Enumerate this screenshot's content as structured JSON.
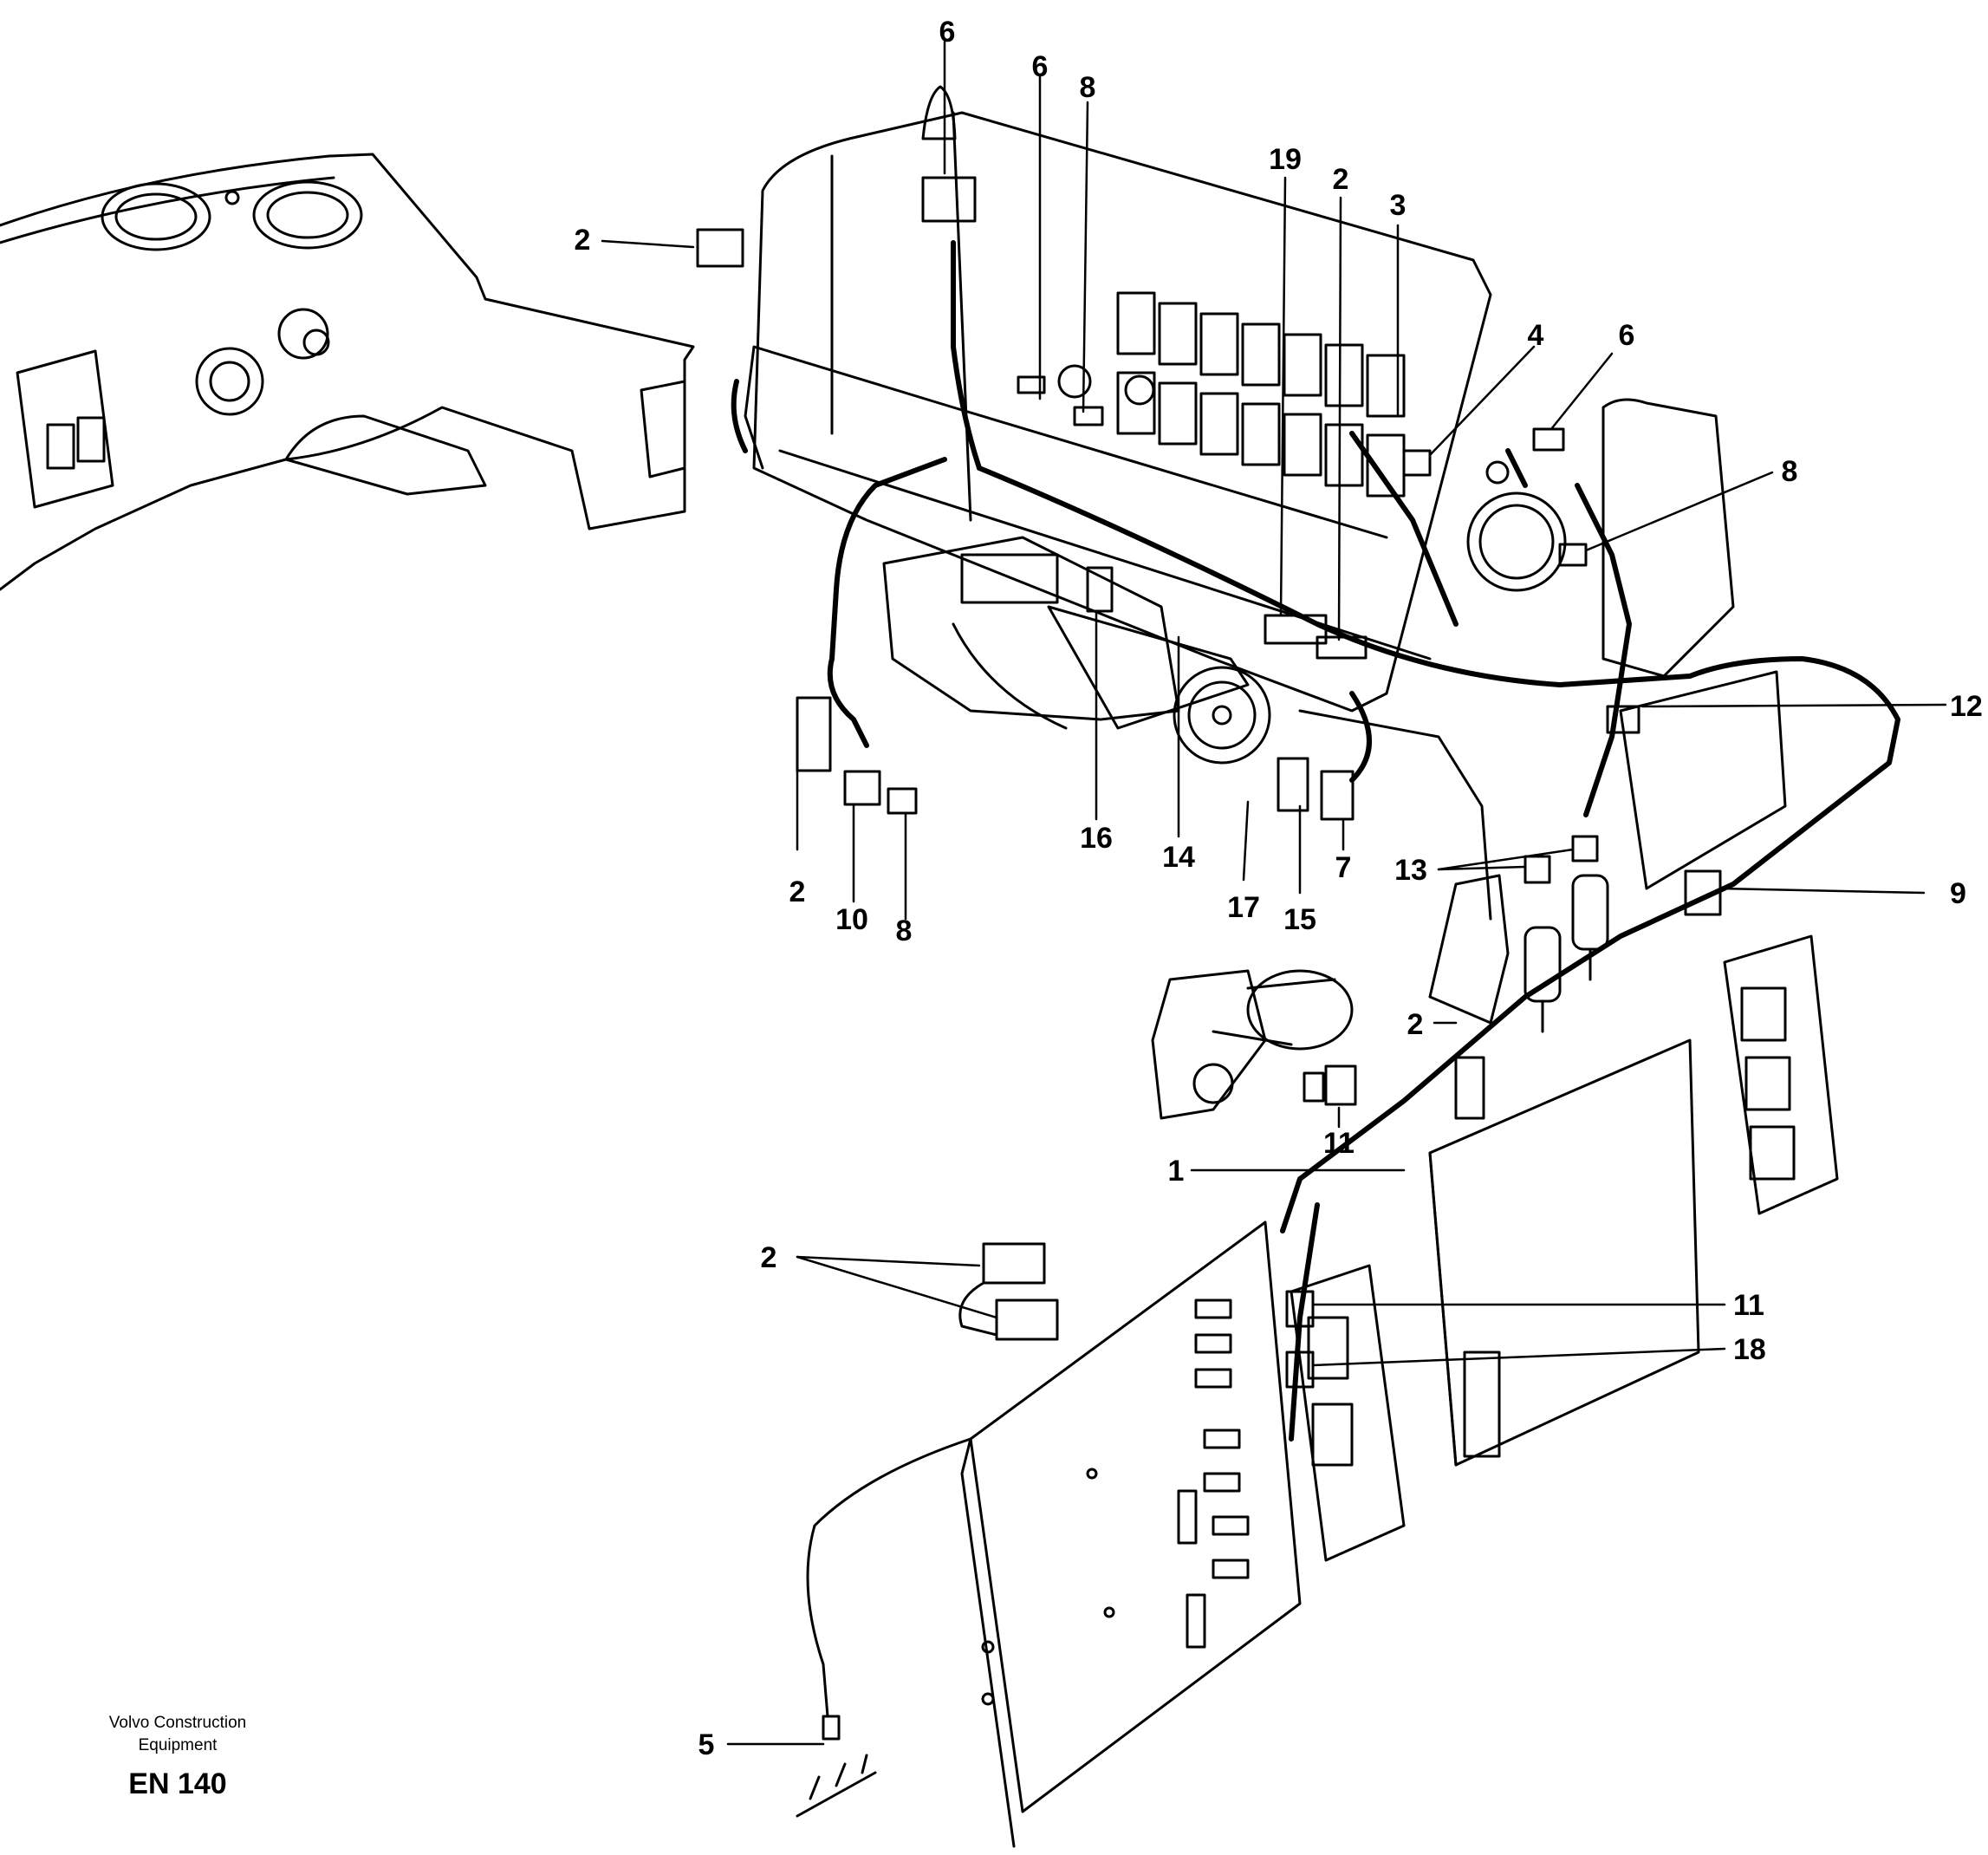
{
  "figure": {
    "callouts": [
      "1",
      "2",
      "2",
      "2",
      "2",
      "2",
      "3",
      "4",
      "5",
      "6",
      "6",
      "6",
      "7",
      "8",
      "8",
      "8",
      "9",
      "10",
      "11",
      "11",
      "12",
      "13",
      "14",
      "15",
      "16",
      "17",
      "18",
      "19"
    ]
  },
  "footer": {
    "brand_line1": "Volvo Construction",
    "brand_line2": "Equipment",
    "code": "EN 140"
  }
}
